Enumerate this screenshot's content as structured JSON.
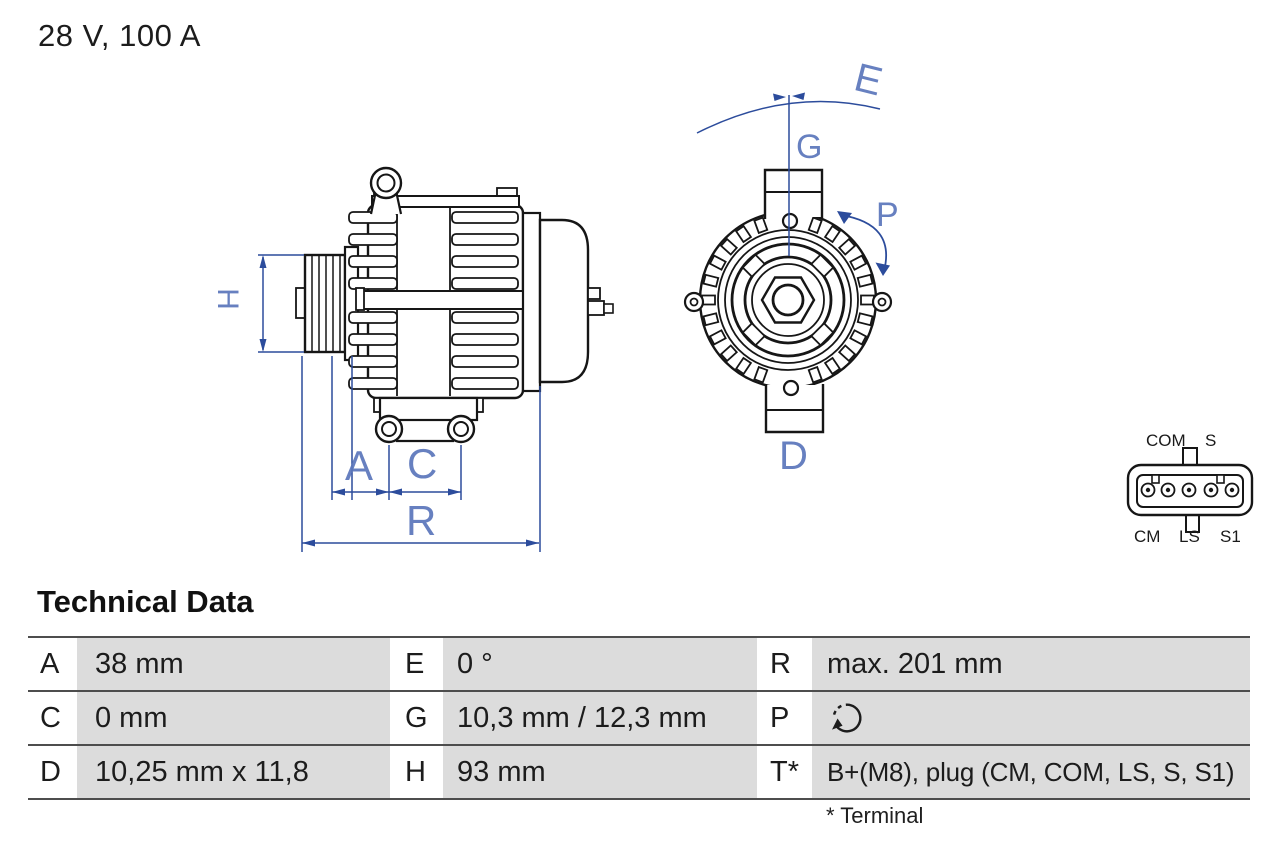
{
  "title": "28 V, 100 A",
  "diagram": {
    "dimension_labels": {
      "H": "H",
      "A": "A",
      "C": "C",
      "R": "R",
      "E": "E",
      "G": "G",
      "P": "P",
      "D": "D"
    },
    "connector": {
      "top_labels": [
        "COM",
        "S"
      ],
      "bottom_labels": [
        "CM",
        "LS",
        "S1"
      ]
    }
  },
  "technical_data": {
    "heading": "Technical Data",
    "rows": [
      [
        {
          "key": "A",
          "value": "38 mm"
        },
        {
          "key": "E",
          "value": "0 °"
        },
        {
          "key": "R",
          "value": "max. 201 mm"
        }
      ],
      [
        {
          "key": "C",
          "value": "0 mm"
        },
        {
          "key": "G",
          "value": "10,3 mm / 12,3 mm"
        },
        {
          "key": "P",
          "value": ""
        }
      ],
      [
        {
          "key": "D",
          "value": "10,25 mm x 11,8"
        },
        {
          "key": "H",
          "value": "93 mm"
        },
        {
          "key": "T*",
          "value": "B+(M8), plug (CM, COM, LS, S, S1)"
        }
      ]
    ],
    "footnote": "* Terminal"
  },
  "colors": {
    "drawing": "#161616",
    "dimension": "#2c4c9c",
    "dim_label": "#5b76bb",
    "table_cell_bg": "#dcdcdc",
    "table_line": "#4d4d4d",
    "text": "#1c1c1c"
  }
}
